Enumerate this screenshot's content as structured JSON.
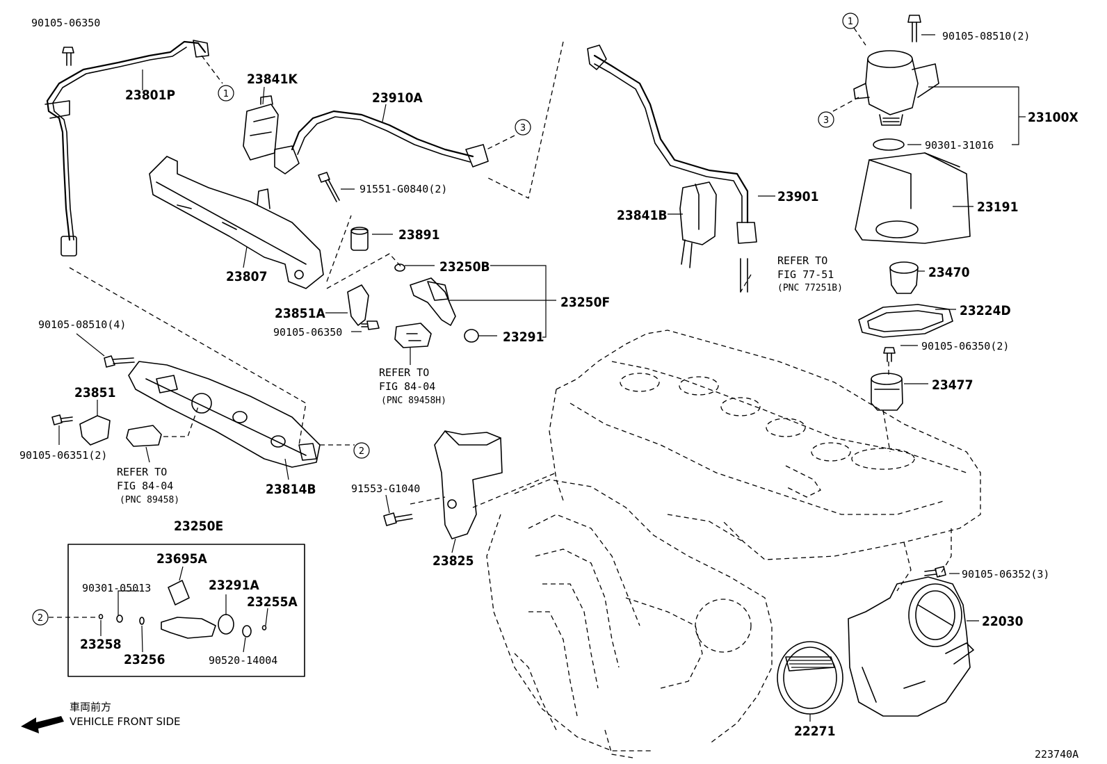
{
  "labels": {
    "p90105_06350_tl": "90105-06350",
    "p23801P": "23801P",
    "p23841K": "23841K",
    "p23910A": "23910A",
    "p23807": "23807",
    "p91551_G0840": "91551-G0840(2)",
    "p23891": "23891",
    "p23250B": "23250B",
    "p23250F": "23250F",
    "p23851A": "23851A",
    "p90105_06350_mid": "90105-06350",
    "p23291": "23291",
    "p23841B": "23841B",
    "p23901": "23901",
    "p23191": "23191",
    "p23470": "23470",
    "p23224D": "23224D",
    "p90105_06350_2": "90105-06350(2)",
    "p23477": "23477",
    "p90105_08510_2": "90105-08510(2)",
    "p23100X": "23100X",
    "p90301_31016": "90301-31016",
    "p90105_08510_4": "90105-08510(4)",
    "p23851": "23851",
    "p90105_06351": "90105-06351(2)",
    "p23814B": "23814B",
    "p91553_G1040": "91553-G1040",
    "p23825": "23825",
    "p23250E": "23250E",
    "p23695A": "23695A",
    "p90301_05013": "90301-05013",
    "p23291A": "23291A",
    "p23255A": "23255A",
    "p23258": "23258",
    "p23256": "23256",
    "p90520_14004": "90520-14004",
    "p90105_06352": "90105-06352(3)",
    "p22030": "22030",
    "p22271": "22271"
  },
  "refers": {
    "r1": [
      "REFER TO",
      "FIG 77-51",
      "(PNC 77251B)"
    ],
    "r2": [
      "REFER TO",
      "FIG 84-04",
      "(PNC 89458H)"
    ],
    "r3": [
      "REFER TO",
      "FIG 84-04",
      "(PNC 89458)"
    ]
  },
  "callouts": {
    "c1": "1",
    "c2": "2",
    "c3": "3"
  },
  "front_side": {
    "jp": "車両前方",
    "en": "VEHICLE FRONT SIDE"
  },
  "figure_id": "223740A"
}
